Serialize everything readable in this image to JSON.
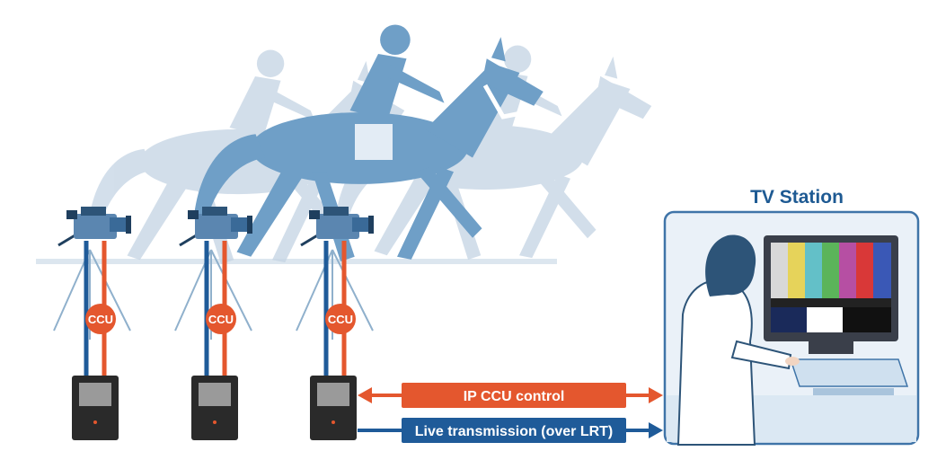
{
  "diagram": {
    "station_label": "TV Station",
    "ccu_labels": [
      "CCU",
      "CCU",
      "CCU"
    ],
    "control_label": "IP CCU control",
    "transmission_label": "Live transmission (over LRT)"
  },
  "colors": {
    "orange": "#e4572e",
    "blue": "#1f5b99",
    "horse_main": "#6f9fc7",
    "horse_faded": "#c4d4e4",
    "panel_border": "#3f74a8",
    "panel_fill": "#eaf1f8"
  },
  "icons": [
    "camera-icon",
    "tripod-icon",
    "encoder-unit-icon",
    "horse-jockey-icon",
    "operator-icon",
    "monitor-icon",
    "keyboard-icon"
  ]
}
